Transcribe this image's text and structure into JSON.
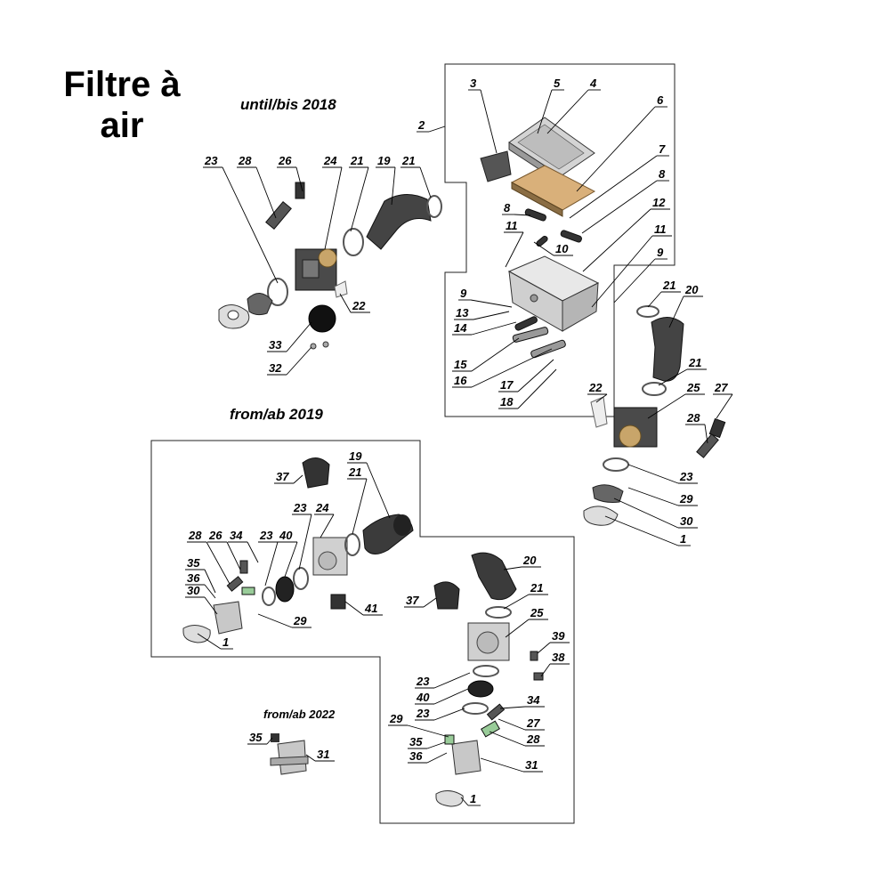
{
  "title": "Filtre à air",
  "sections": {
    "until_2018": "until/bis 2018",
    "from_2019": "from/ab 2019",
    "from_2022": "from/ab 2022"
  },
  "part_numbers": [
    "1",
    "2",
    "3",
    "4",
    "5",
    "6",
    "7",
    "8",
    "9",
    "10",
    "11",
    "12",
    "13",
    "14",
    "15",
    "16",
    "17",
    "18",
    "19",
    "20",
    "21",
    "22",
    "23",
    "24",
    "25",
    "26",
    "27",
    "28",
    "29",
    "30",
    "31",
    "32",
    "33",
    "34",
    "35",
    "36",
    "37",
    "38",
    "39",
    "40",
    "41"
  ]
}
